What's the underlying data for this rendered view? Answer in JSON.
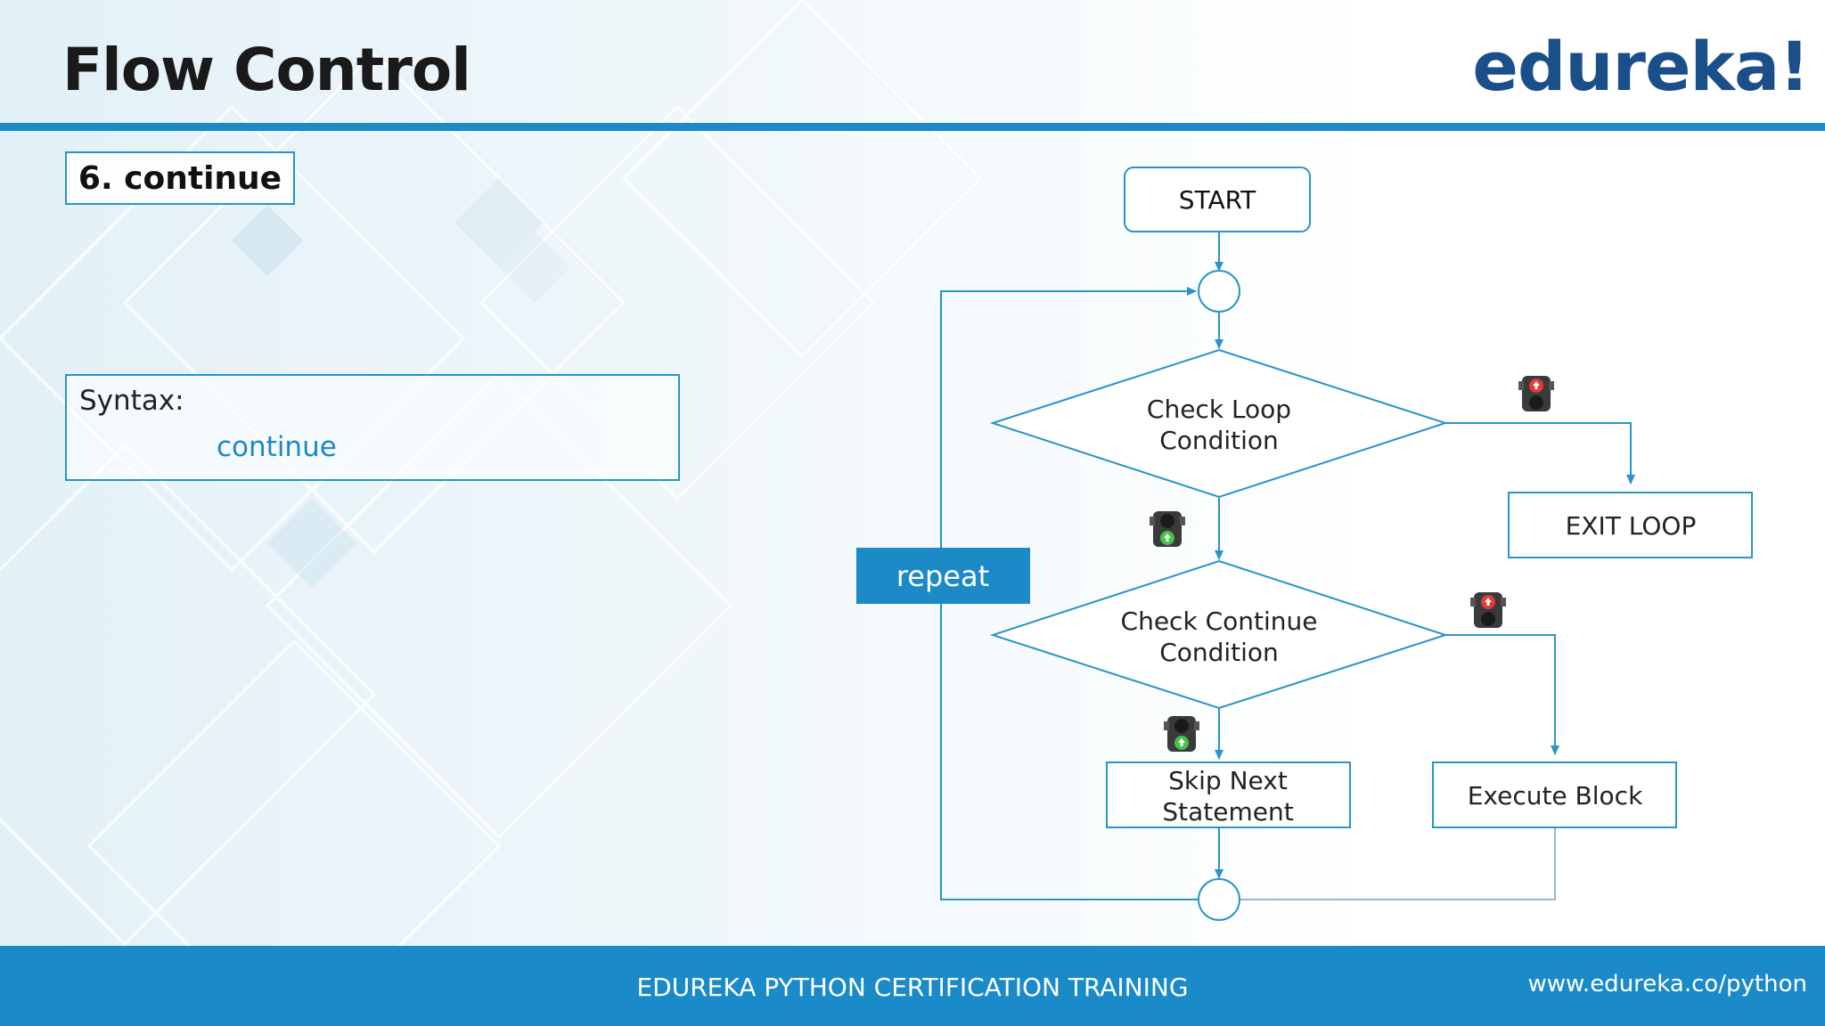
{
  "slide": {
    "title": "Flow Control",
    "logo": "edureka!",
    "section_label": "6. continue"
  },
  "syntax": {
    "label": "Syntax:",
    "code": "continue"
  },
  "flowchart": {
    "start": "START",
    "loop_condition": [
      "Check Loop",
      "Condition"
    ],
    "exit_loop": "EXIT LOOP",
    "continue_condition": [
      "Check Continue",
      "Condition"
    ],
    "skip_next": [
      "Skip Next",
      "Statement"
    ],
    "execute_block": "Execute Block",
    "repeat": "repeat"
  },
  "footer": {
    "title": "EDUREKA PYTHON CERTIFICATION TRAINING",
    "url": "www.edureka.co/python"
  },
  "colors": {
    "accent": "#1c8ac6",
    "logo": "#1b4f8a",
    "line": "#2a94c6",
    "signal_red": "#e53935",
    "signal_green": "#43c34a"
  }
}
